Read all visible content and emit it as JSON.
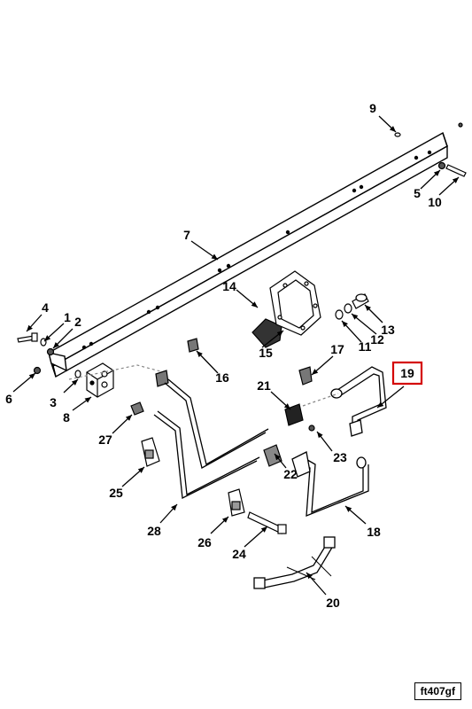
{
  "figure_ref": "ft407gf",
  "highlight_color": "#d40000",
  "highlighted_callout": "19",
  "callouts": {
    "c1": "1",
    "c2": "2",
    "c3": "3",
    "c4": "4",
    "c5": "5",
    "c6": "6",
    "c7": "7",
    "c8": "8",
    "c9": "9",
    "c10": "10",
    "c11": "11",
    "c12": "12",
    "c13": "13",
    "c14": "14",
    "c15": "15",
    "c16": "16",
    "c17": "17",
    "c18": "18",
    "c19": "19",
    "c20": "20",
    "c21": "21",
    "c22": "22",
    "c23": "23",
    "c24": "24",
    "c25": "25",
    "c26": "26",
    "c27": "27",
    "c28": "28"
  }
}
